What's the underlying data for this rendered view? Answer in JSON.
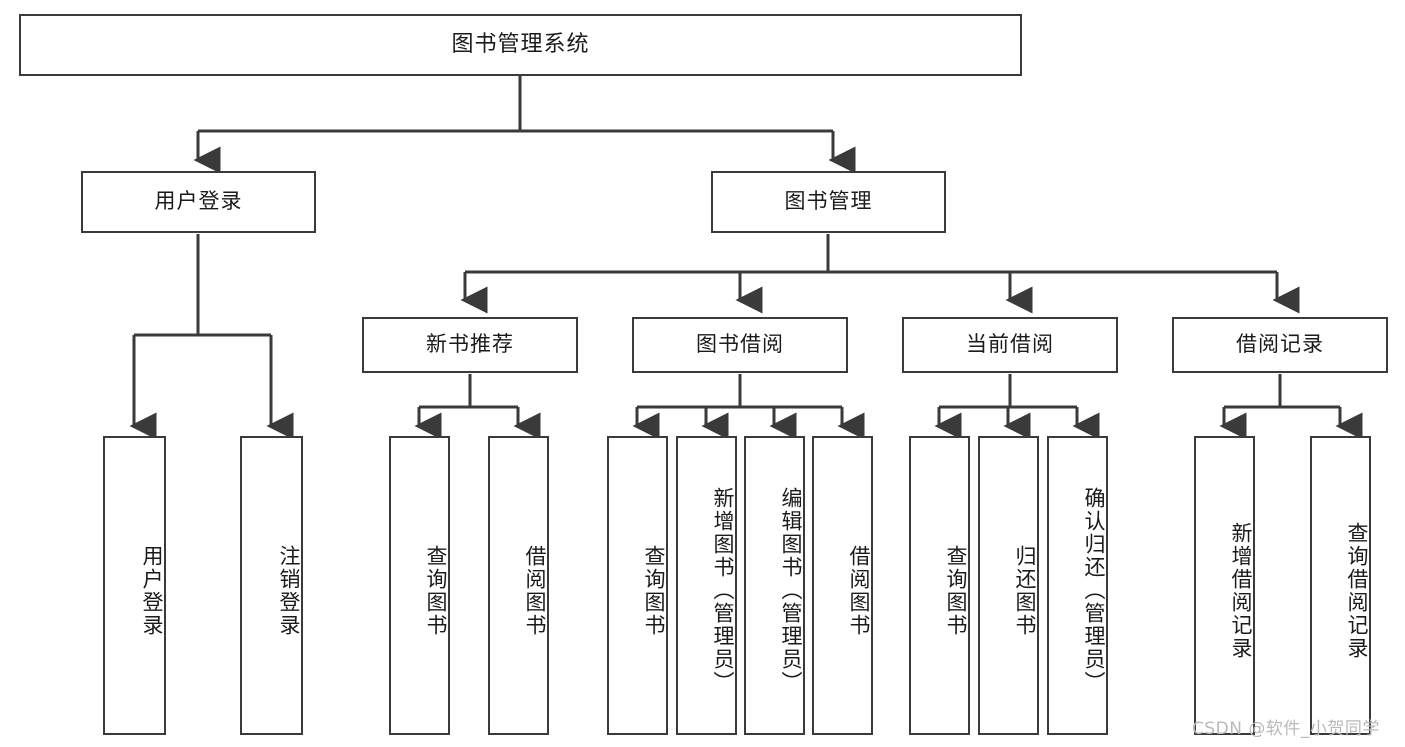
{
  "diagram": {
    "title": "图书管理系统",
    "type": "tree-hierarchy",
    "root": {
      "id": "root",
      "label": "图书管理系统"
    },
    "level1": [
      {
        "id": "user-login",
        "label": "用户登录"
      },
      {
        "id": "book-manage",
        "label": "图书管理"
      }
    ],
    "level2": [
      {
        "id": "new-book-recommend",
        "label": "新书推荐",
        "parent": "book-manage"
      },
      {
        "id": "book-borrow",
        "label": "图书借阅",
        "parent": "book-manage"
      },
      {
        "id": "current-borrow",
        "label": "当前借阅",
        "parent": "book-manage"
      },
      {
        "id": "borrow-record",
        "label": "借阅记录",
        "parent": "book-manage"
      }
    ],
    "leaves": [
      {
        "id": "leaf-user-login",
        "label": "用户登录",
        "parent": "user-login"
      },
      {
        "id": "leaf-user-logout",
        "label": "注销登录",
        "parent": "user-login"
      },
      {
        "id": "leaf-query-book-1",
        "label": "查询图书",
        "parent": "new-book-recommend"
      },
      {
        "id": "leaf-borrow-book-1",
        "label": "借阅图书",
        "parent": "new-book-recommend"
      },
      {
        "id": "leaf-query-book-2",
        "label": "查询图书",
        "parent": "book-borrow"
      },
      {
        "id": "leaf-add-book",
        "label": "新增图书（管理员）",
        "parent": "book-borrow"
      },
      {
        "id": "leaf-edit-book",
        "label": "编辑图书（管理员）",
        "parent": "book-borrow"
      },
      {
        "id": "leaf-borrow-book-2",
        "label": "借阅图书",
        "parent": "book-borrow"
      },
      {
        "id": "leaf-query-book-3",
        "label": "查询图书",
        "parent": "current-borrow"
      },
      {
        "id": "leaf-return-book",
        "label": "归还图书",
        "parent": "current-borrow"
      },
      {
        "id": "leaf-confirm-return",
        "label": "确认归还（管理员）",
        "parent": "current-borrow"
      },
      {
        "id": "leaf-add-record",
        "label": "新增借阅记录",
        "parent": "borrow-record"
      },
      {
        "id": "leaf-query-record",
        "label": "查询借阅记录",
        "parent": "borrow-record"
      }
    ],
    "colors": {
      "stroke": "#3a3a3a",
      "box_fill": "#ffffff",
      "text": "#1b1b1b",
      "watermark": "#b9b9b9"
    }
  },
  "watermark": {
    "text": "CSDN @软件_小贺同学"
  }
}
